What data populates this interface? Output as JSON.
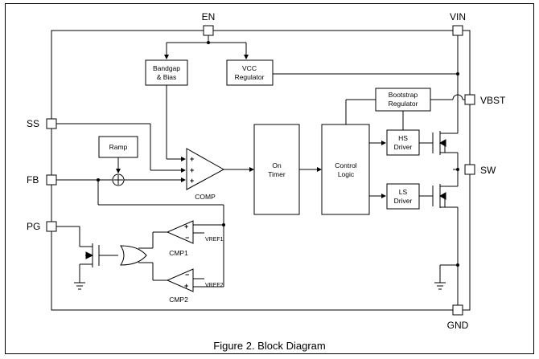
{
  "pins": {
    "en": "EN",
    "vin": "VIN",
    "vbst": "VBST",
    "sw": "SW",
    "gnd": "GND",
    "ss": "SS",
    "fb": "FB",
    "pg": "PG"
  },
  "blocks": {
    "bandgap": [
      "Bandgap",
      "& Bias"
    ],
    "vcc": [
      "VCC",
      "Regulator"
    ],
    "bootstrap": [
      "Bootstrap",
      "Regulator"
    ],
    "hs_driver": [
      "HS",
      "Driver"
    ],
    "ls_driver": [
      "LS",
      "Driver"
    ],
    "ramp": "Ramp",
    "on_timer": [
      "On",
      "Timer"
    ],
    "control_logic": [
      "Control",
      "Logic"
    ]
  },
  "comparators": {
    "comp": "COMP",
    "cmp1": "CMP1",
    "cmp2": "CMP2",
    "vref1": "VREF1",
    "vref2": "VREF2"
  },
  "caption": "Figure 2. Block Diagram"
}
